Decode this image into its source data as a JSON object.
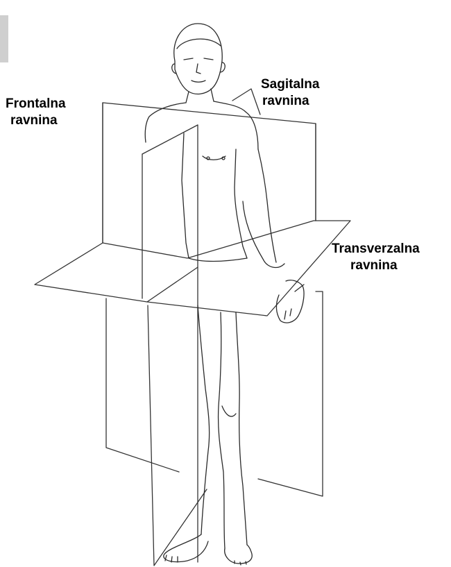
{
  "labels": {
    "frontal": {
      "line1": "Frontalna",
      "line2": "ravnina"
    },
    "sagittal": {
      "line1": "Sagitalna",
      "line2": "ravnina"
    },
    "transverse": {
      "line1": "Transverzalna",
      "line2": "ravnina"
    }
  },
  "colors": {
    "stroke": "#333333",
    "background": "#ffffff",
    "text": "#000000"
  }
}
